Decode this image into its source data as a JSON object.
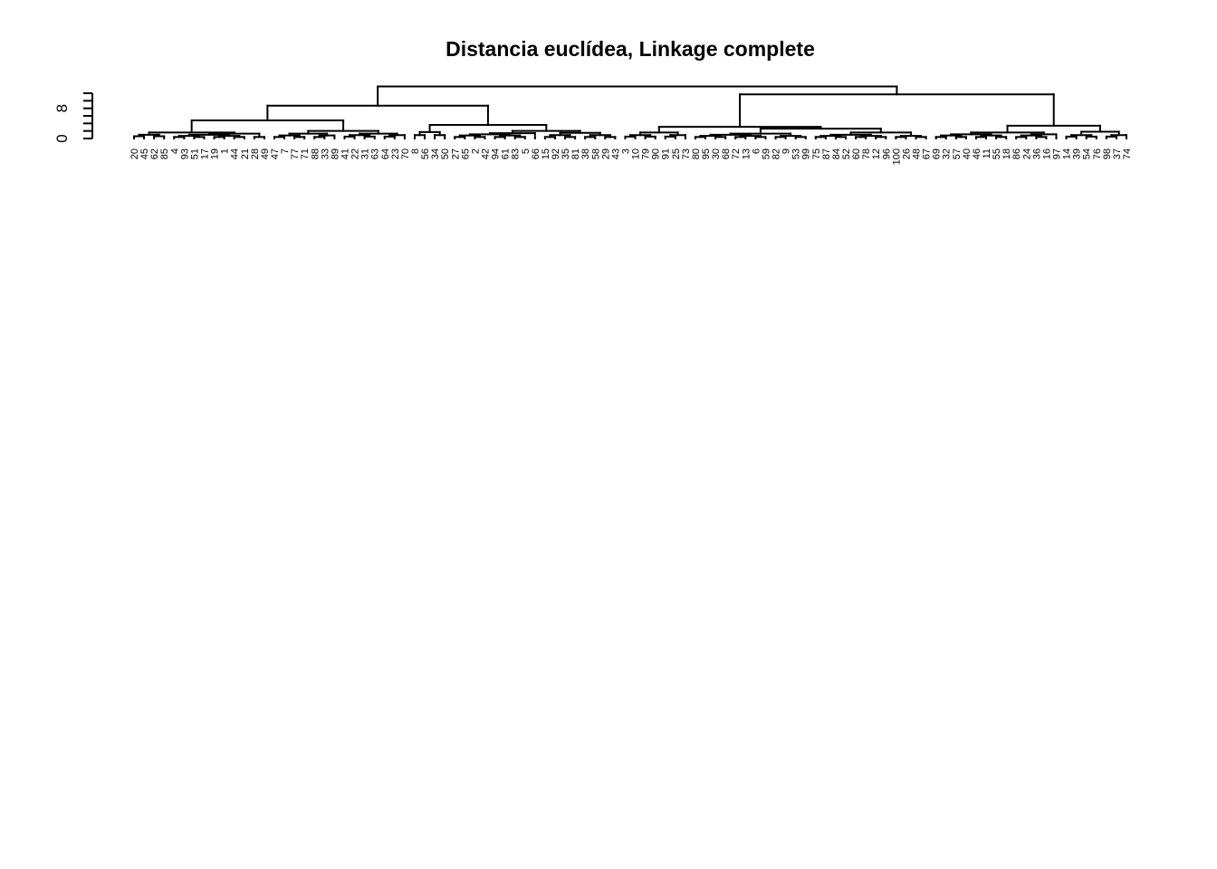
{
  "chart_data": {
    "type": "dendrogram",
    "title": "Distancia euclídea, Linkage complete",
    "xlabel": "",
    "ylabel": "",
    "ylim": [
      0,
      12
    ],
    "y_ticks": [
      0,
      2,
      4,
      6,
      8,
      10,
      12
    ],
    "y_tick_labels": [
      "0",
      "",
      "",
      "",
      "8",
      "",
      ""
    ],
    "leaves": [
      "20",
      "45",
      "62",
      "85",
      "4",
      "93",
      "51",
      "17",
      "19",
      "1",
      "44",
      "21",
      "28",
      "49",
      "47",
      "7",
      "77",
      "71",
      "88",
      "33",
      "89",
      "41",
      "22",
      "31",
      "63",
      "64",
      "23",
      "70",
      "8",
      "56",
      "34",
      "50",
      "27",
      "65",
      "2",
      "42",
      "94",
      "61",
      "83",
      "5",
      "66",
      "15",
      "92",
      "35",
      "81",
      "38",
      "58",
      "29",
      "43",
      "3",
      "10",
      "79",
      "90",
      "91",
      "25",
      "73",
      "80",
      "95",
      "30",
      "68",
      "72",
      "13",
      "6",
      "59",
      "82",
      "9",
      "53",
      "99",
      "75",
      "87",
      "84",
      "52",
      "60",
      "78",
      "12",
      "96",
      "100",
      "26",
      "48",
      "67",
      "69",
      "32",
      "57",
      "40",
      "46",
      "11",
      "55",
      "18",
      "86",
      "24",
      "36",
      "16",
      "97",
      "14",
      "39",
      "54",
      "76",
      "98",
      "37",
      "74"
    ],
    "merges": [
      [
        [
          0,
          1.05
        ],
        [
          1,
          0.82
        ],
        [
          2,
          0.9
        ],
        [
          3,
          0.9
        ]
      ],
      [
        [
          4,
          0.7
        ],
        [
          5,
          0.7
        ],
        [
          6,
          0.48
        ],
        [
          7,
          0.48
        ],
        [
          8,
          0.48
        ],
        [
          9,
          0.72
        ],
        [
          10,
          0.72
        ],
        [
          11,
          0.62
        ],
        [
          12,
          0.62
        ],
        [
          13,
          0.62
        ]
      ]
    ],
    "clusters": {
      "root_height": 13.8,
      "main_left_height": 8.7,
      "main_right_height": 11.7
    }
  }
}
